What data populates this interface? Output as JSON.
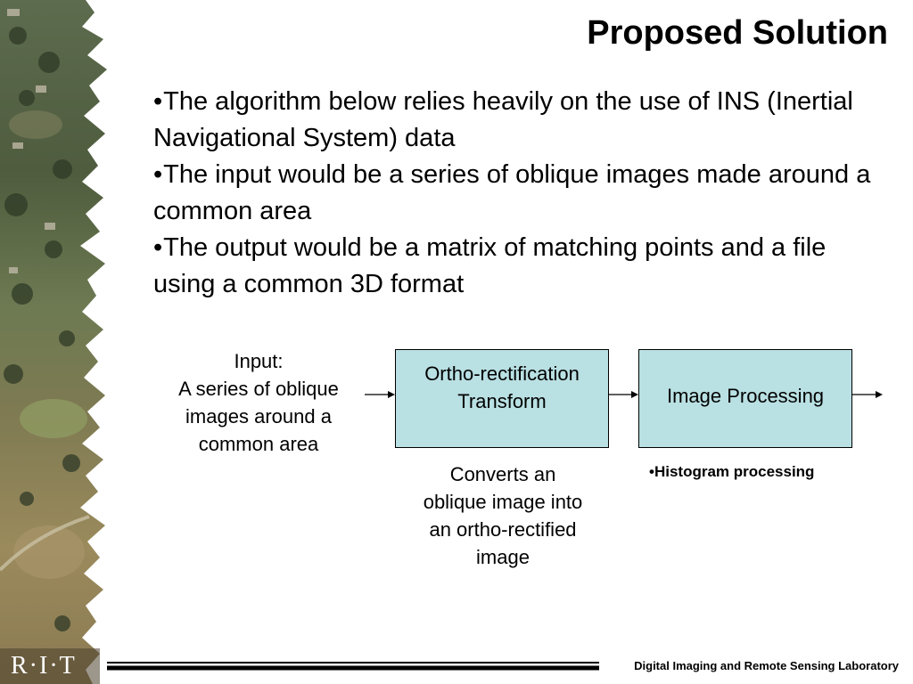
{
  "slide": {
    "title": "Proposed Solution",
    "bullets": [
      "The algorithm below relies heavily on the use of INS (Inertial Navigational System) data",
      "The input would be a series of oblique images made around a common area",
      "The output would be a matrix of matching points and a file using a common 3D format"
    ],
    "bullet_marker": "•"
  },
  "diagram": {
    "input_lines": [
      "Input:",
      "A series of oblique",
      "images around a",
      "common area"
    ],
    "box1_lines": [
      "Ortho-rectification",
      "Transform"
    ],
    "box2_label": "Image Processing",
    "box1_note_lines": [
      "Converts an",
      "oblique image into",
      "an ortho-rectified",
      "image"
    ],
    "box2_note": "•Histogram processing"
  },
  "footer": {
    "lab_name": "Digital Imaging and Remote Sensing Laboratory",
    "logo_text": "R·I·T"
  },
  "colors": {
    "box_fill": "#b9e0e3",
    "footer_rule": "#000000"
  }
}
